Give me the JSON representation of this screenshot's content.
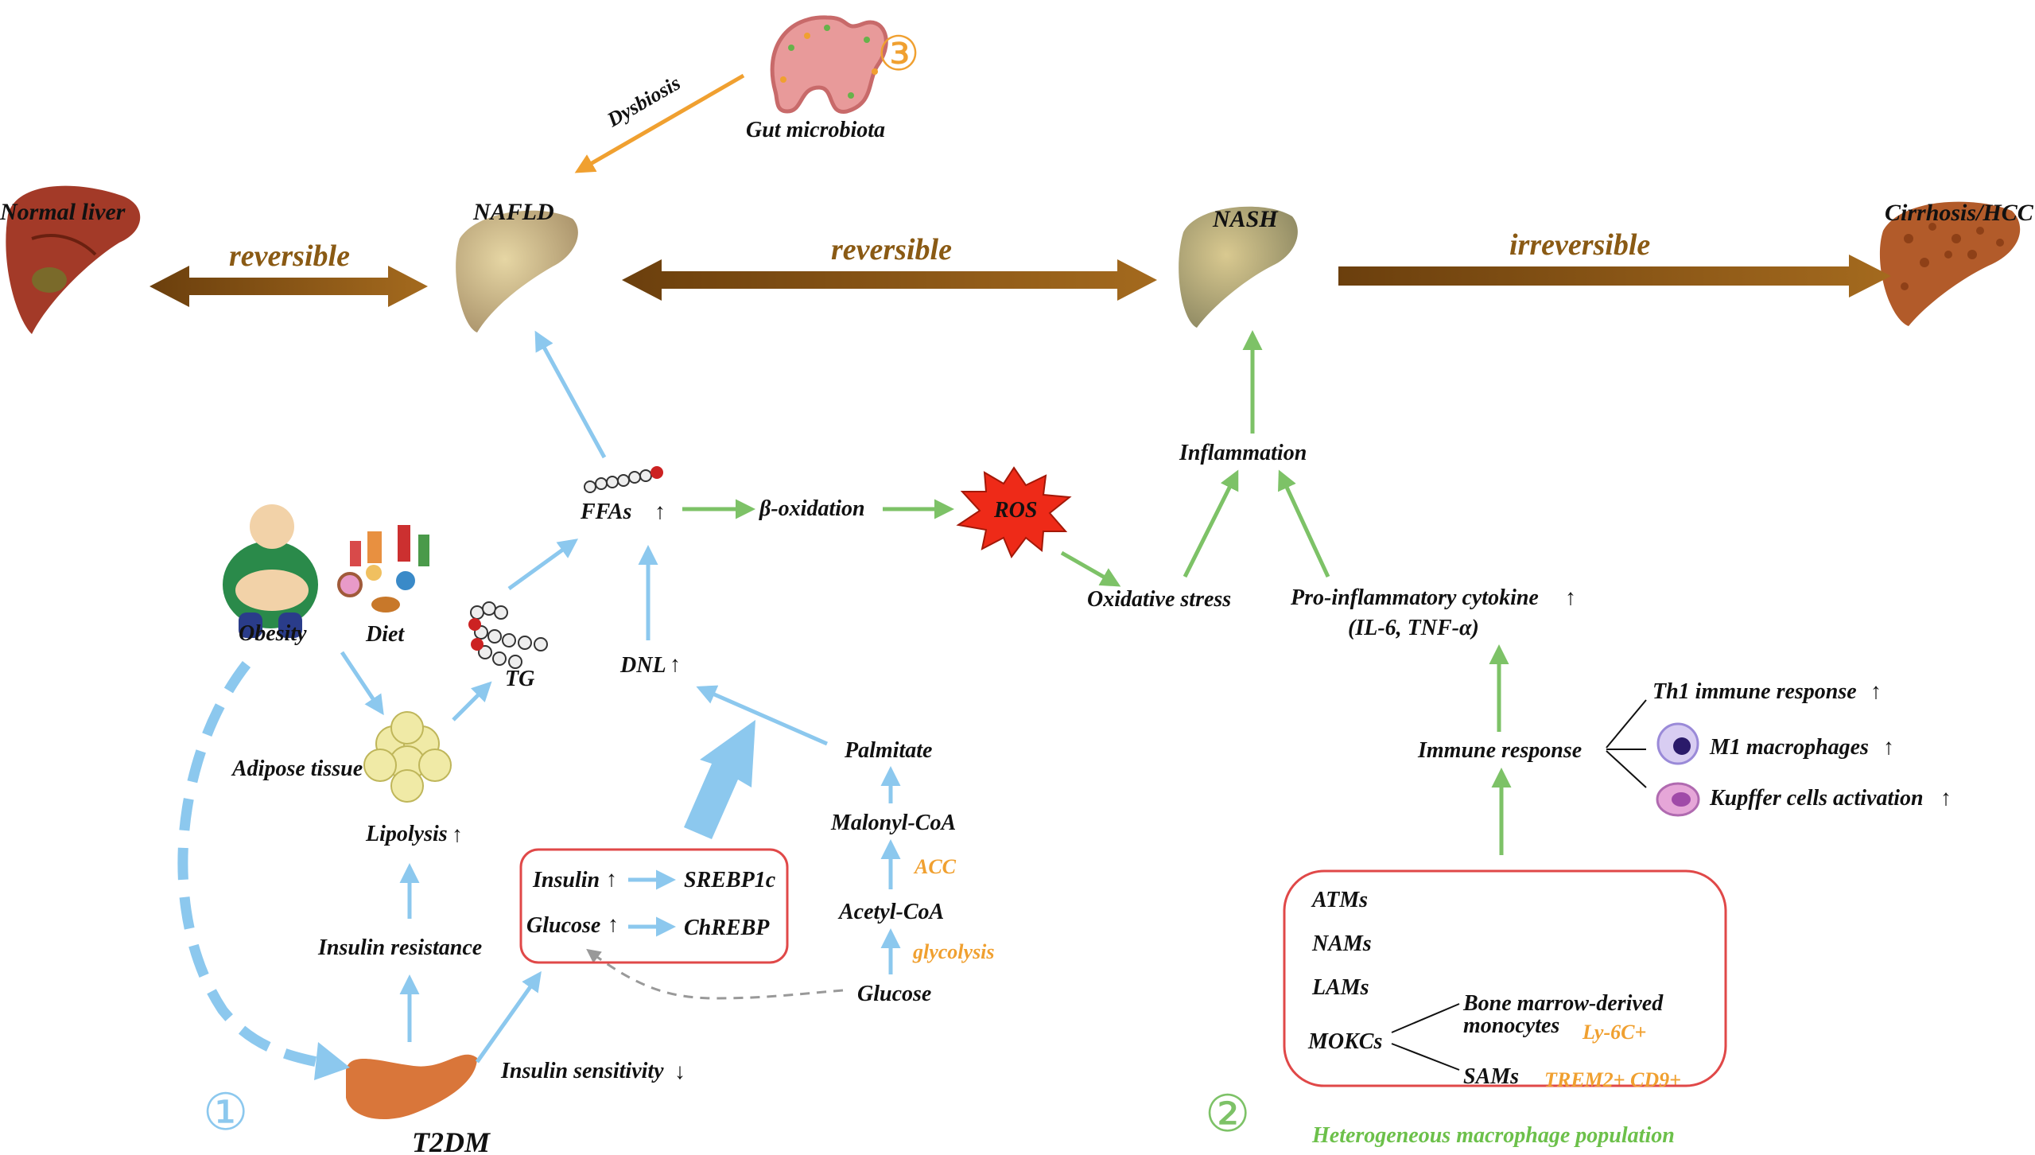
{
  "stages": {
    "normal_liver": "Normal liver",
    "nafld": "NAFLD",
    "nash": "NASH",
    "cirrhosis": "Cirrhosis/HCC"
  },
  "transitions": {
    "t1": "reversible",
    "t2": "reversible",
    "t3": "irreversible"
  },
  "gut": {
    "label": "Gut microbiota",
    "dysbiosis": "Dysbiosis",
    "number": "③"
  },
  "pathway1": {
    "number": "①",
    "obesity": "Obesity",
    "diet": "Diet",
    "adipose": "Adipose tissue",
    "lipolysis": "Lipolysis",
    "insulin_resistance": "Insulin resistance",
    "t2dm": "T2DM",
    "insulin_sensitivity": "Insulin sensitivity",
    "tg": "TG",
    "ffas": "FFAs",
    "dnl": "DNL",
    "insulin": "Insulin",
    "glucose_box": "Glucose",
    "srebp": "SREBP1c",
    "chrebp": "ChREBP",
    "palmitate": "Palmitate",
    "malonyl": "Malonyl-CoA",
    "acc": "ACC",
    "acetyl": "Acetyl-CoA",
    "glycolysis": "glycolysis",
    "glucose": "Glucose",
    "beta_ox": "β-oxidation",
    "ros": "ROS"
  },
  "pathway2": {
    "number": "②",
    "oxidative": "Oxidative stress",
    "inflammation": "Inflammation",
    "cytokine": "Pro-inflammatory cytokine",
    "cytokine_sub": "(IL-6, TNF-α)",
    "immune": "Immune response",
    "th1": "Th1 immune response",
    "m1": "M1 macrophages",
    "kupffer": "Kupffer cells activation",
    "atms": "ATMs",
    "nams": "NAMs",
    "lams": "LAMs",
    "mokcs": "MOKCs",
    "bone1": "Bone marrow-derived",
    "bone2": "monocytes",
    "ly6c": "Ly-6C+",
    "sams": "SAMs",
    "trem2": "TREM2+ CD9+",
    "hetero": "Heterogeneous macrophage population"
  },
  "arrows": {
    "up": "↑",
    "down": "↓"
  },
  "colors": {
    "brown": "#8a5a14",
    "blue": "#8cc8ee",
    "green": "#7dc267",
    "orange": "#f0a030",
    "red_box": "#e04848",
    "ros": "#ee2a18"
  }
}
